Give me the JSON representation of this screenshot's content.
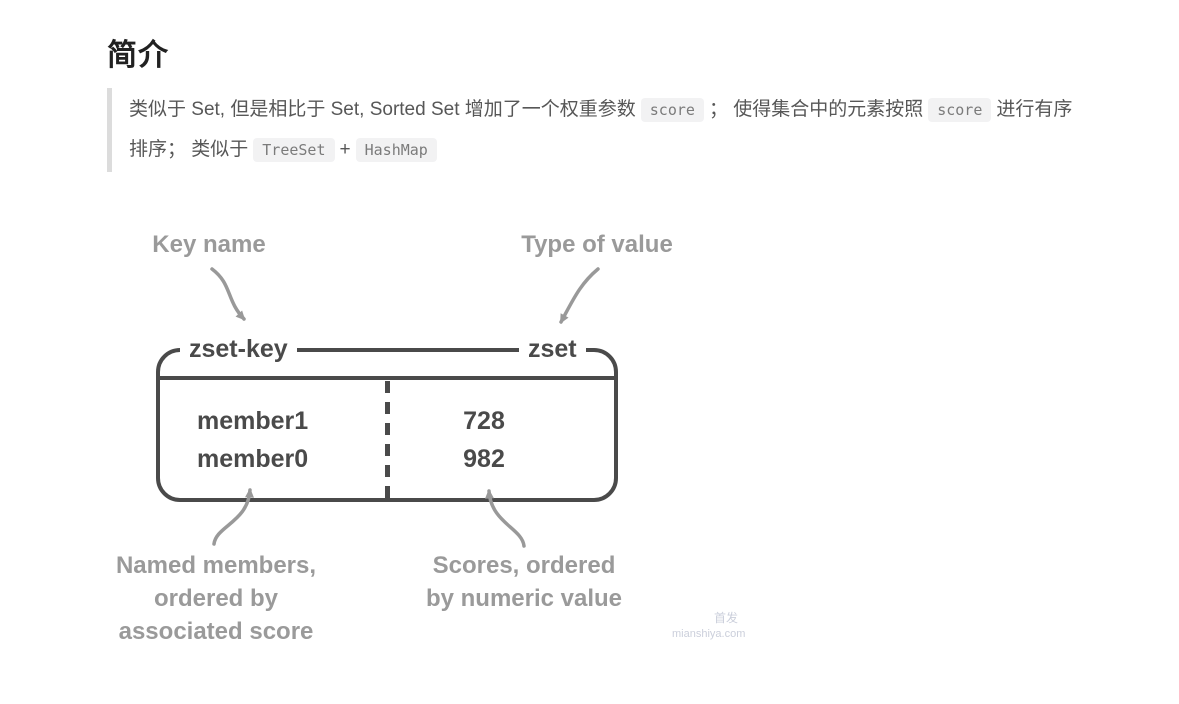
{
  "colors": {
    "box_stroke": "#4a4a4a",
    "annotation_gray": "#9a9a9a",
    "arrow_gray": "#999999",
    "quote_border": "#dcdcdc",
    "code_bg": "#f2f2f3"
  },
  "heading": {
    "text": "简介"
  },
  "intro": {
    "lines": [
      {
        "segments": [
          {
            "t": "类似于 Set, 但是相比于 Set, Sorted Set 增加了一个权重参数"
          },
          {
            "t": "score",
            "code": true
          },
          {
            "t": "；  使得集合中的元素按照"
          },
          {
            "t": "score",
            "code": true
          },
          {
            "t": "进行有序"
          }
        ]
      },
      {
        "segments": [
          {
            "t": "排序；  类似于"
          },
          {
            "t": "TreeSet",
            "code": true
          },
          {
            "t": "+"
          },
          {
            "t": "HashMap",
            "code": true
          }
        ]
      }
    ]
  },
  "diagram": {
    "key_name_label": "Key name",
    "type_of_value_label": "Type of value",
    "key": "zset-key",
    "type": "zset",
    "rows": [
      {
        "member": "member1",
        "score": "728"
      },
      {
        "member": "member0",
        "score": "982"
      }
    ],
    "members_caption": [
      "Named members,",
      "ordered by",
      "associated score"
    ],
    "scores_caption": [
      "Scores, ordered",
      "by numeric value"
    ]
  },
  "watermark": {
    "line1": "首发",
    "line2": "mianshiya.com"
  }
}
